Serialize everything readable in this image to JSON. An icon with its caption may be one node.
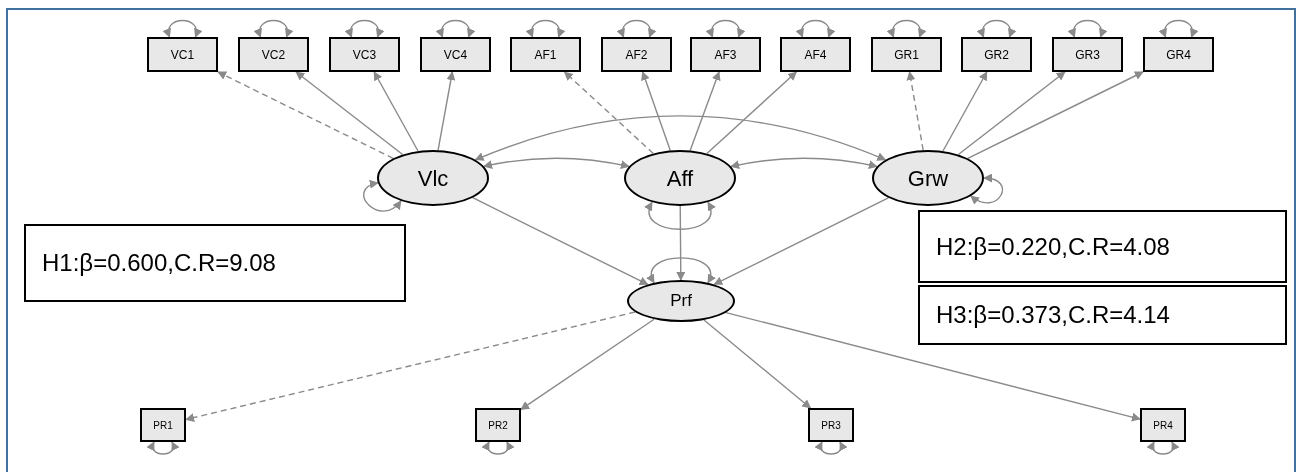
{
  "diagram": {
    "nodes": [
      {
        "text": [
          "VC1"
        ]
      },
      {
        "text": [
          "VC2"
        ]
      },
      {
        "text": [
          "VC3"
        ]
      },
      {
        "text": [
          "VC4"
        ]
      },
      {
        "text": [
          "AF1"
        ]
      },
      {
        "text": [
          "AF2"
        ]
      },
      {
        "text": [
          "AF3"
        ]
      },
      {
        "text": [
          "AF4"
        ]
      },
      {
        "text": [
          "GR1"
        ]
      },
      {
        "text": [
          "GR2"
        ]
      },
      {
        "text": [
          "GR3"
        ]
      },
      {
        "text": [
          "GR4"
        ]
      },
      {
        "text": [
          "Vlc"
        ]
      },
      {
        "text": [
          "Aff"
        ]
      },
      {
        "text": [
          "Grw"
        ]
      },
      {
        "text": [
          "Prf"
        ]
      },
      {
        "text": [
          "PR1"
        ]
      },
      {
        "text": [
          "PR2"
        ]
      },
      {
        "text": [
          "PR3"
        ]
      },
      {
        "text": [
          "PR4"
        ]
      },
      {
        "text": [
          "H1:β=0.600,C.R=9.08"
        ]
      },
      {
        "text": [
          "H2:β=0.220,C.R=4.08"
        ]
      },
      {
        "text": [
          "H3:β=0.373,C.R=4.14"
        ]
      }
    ],
    "edges": [
      {
        "from": 12,
        "to": 0,
        "arrow": "to",
        "style": "dashed"
      },
      {
        "from": 12,
        "to": 1,
        "arrow": "to"
      },
      {
        "from": 12,
        "to": 2,
        "arrow": "to"
      },
      {
        "from": 12,
        "to": 3,
        "arrow": "to"
      },
      {
        "from": 13,
        "to": 4,
        "arrow": "to",
        "style": "dashed"
      },
      {
        "from": 13,
        "to": 5,
        "arrow": "to"
      },
      {
        "from": 13,
        "to": 6,
        "arrow": "to"
      },
      {
        "from": 13,
        "to": 7,
        "arrow": "to"
      },
      {
        "from": 14,
        "to": 8,
        "arrow": "to",
        "style": "dashed"
      },
      {
        "from": 14,
        "to": 9,
        "arrow": "to"
      },
      {
        "from": 14,
        "to": 10,
        "arrow": "to"
      },
      {
        "from": 14,
        "to": 11,
        "arrow": "to"
      },
      {
        "from": 12,
        "to": 13,
        "arrow": "both"
      },
      {
        "from": 12,
        "to": 14,
        "arrow": "both"
      },
      {
        "from": 13,
        "to": 14,
        "arrow": "both"
      },
      {
        "from": 12,
        "to": 15,
        "arrow": "to"
      },
      {
        "from": 13,
        "to": 15,
        "arrow": "to"
      },
      {
        "from": 14,
        "to": 15,
        "arrow": "to"
      },
      {
        "from": 15,
        "to": 16,
        "arrow": "to",
        "style": "dashed"
      },
      {
        "from": 15,
        "to": 17,
        "arrow": "to"
      },
      {
        "from": 15,
        "to": 18,
        "arrow": "to"
      },
      {
        "from": 15,
        "to": 19,
        "arrow": "to"
      },
      {
        "from": 0,
        "to": 0,
        "arrow": "both"
      },
      {
        "from": 1,
        "to": 1,
        "arrow": "both"
      },
      {
        "from": 2,
        "to": 2,
        "arrow": "both"
      },
      {
        "from": 3,
        "to": 3,
        "arrow": "both"
      },
      {
        "from": 4,
        "to": 4,
        "arrow": "both"
      },
      {
        "from": 5,
        "to": 5,
        "arrow": "both"
      },
      {
        "from": 6,
        "to": 6,
        "arrow": "both"
      },
      {
        "from": 7,
        "to": 7,
        "arrow": "both"
      },
      {
        "from": 8,
        "to": 8,
        "arrow": "both"
      },
      {
        "from": 9,
        "to": 9,
        "arrow": "both"
      },
      {
        "from": 10,
        "to": 10,
        "arrow": "both"
      },
      {
        "from": 11,
        "to": 11,
        "arrow": "both"
      },
      {
        "from": 12,
        "to": 12,
        "arrow": "both"
      },
      {
        "from": 13,
        "to": 13,
        "arrow": "both"
      },
      {
        "from": 14,
        "to": 14,
        "arrow": "both"
      },
      {
        "from": 15,
        "to": 15,
        "arrow": "both"
      },
      {
        "from": 16,
        "to": 16,
        "arrow": "both"
      },
      {
        "from": 17,
        "to": 17,
        "arrow": "both"
      },
      {
        "from": 18,
        "to": 18,
        "arrow": "both"
      },
      {
        "from": 19,
        "to": 19,
        "arrow": "both"
      }
    ]
  }
}
